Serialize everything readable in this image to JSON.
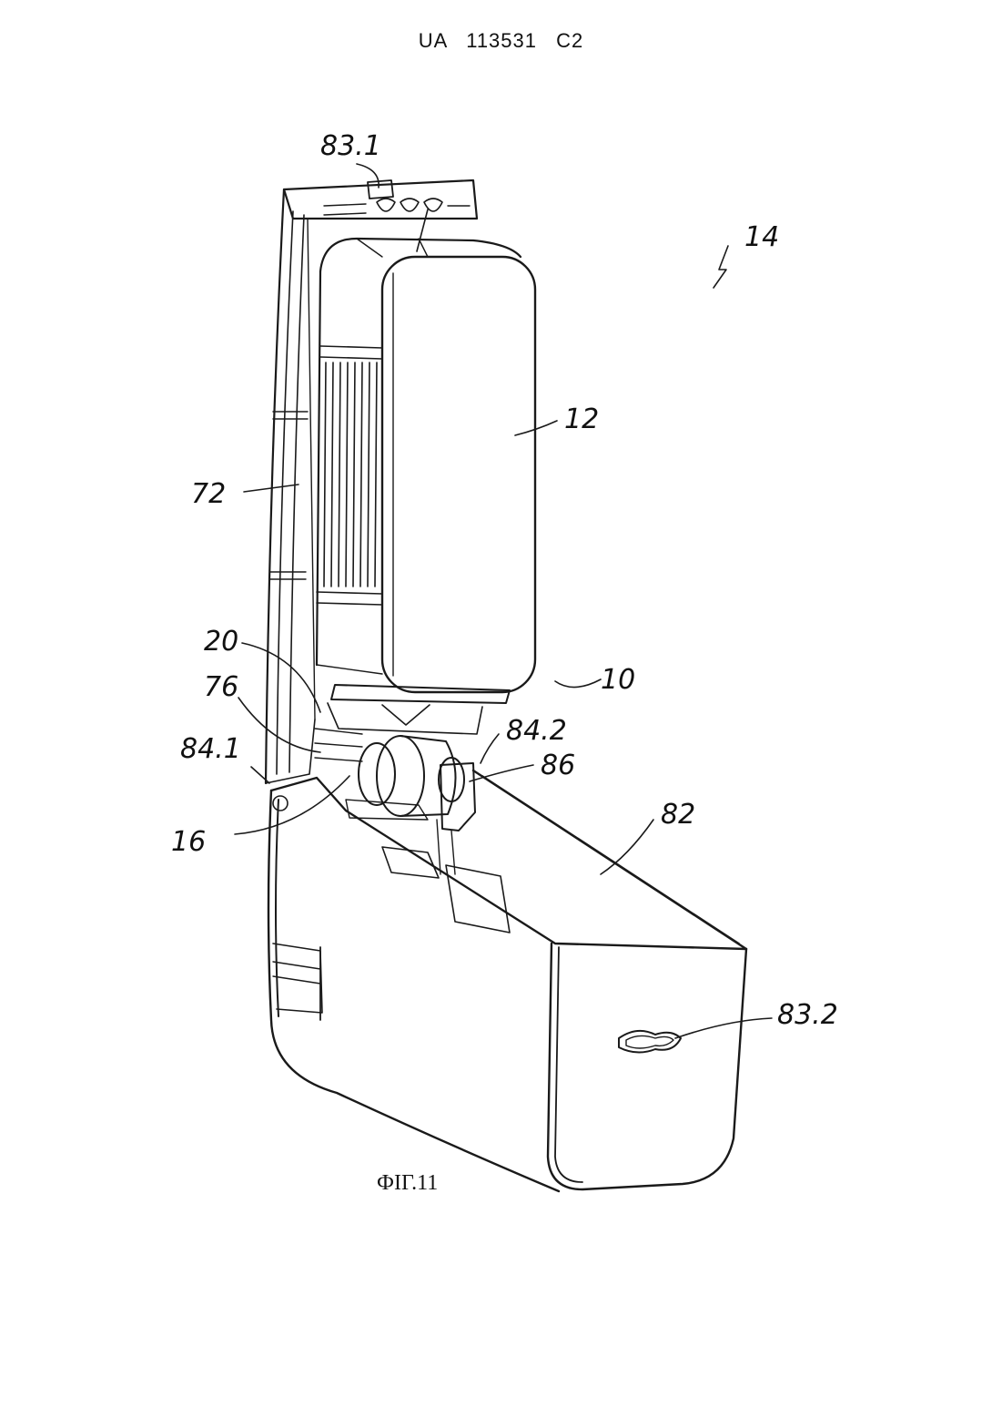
{
  "header": {
    "doc_number": "UA   113531   C2"
  },
  "figure": {
    "caption": "ФІГ.11",
    "labels": {
      "l_83_1": "83.1",
      "l_14": "14",
      "l_12": "12",
      "l_72": "72",
      "l_20": "20",
      "l_76": "76",
      "l_10": "10",
      "l_84_2": "84.2",
      "l_84_1": "84.1",
      "l_86": "86",
      "l_82": "82",
      "l_16": "16",
      "l_83_2": "83.2"
    }
  }
}
